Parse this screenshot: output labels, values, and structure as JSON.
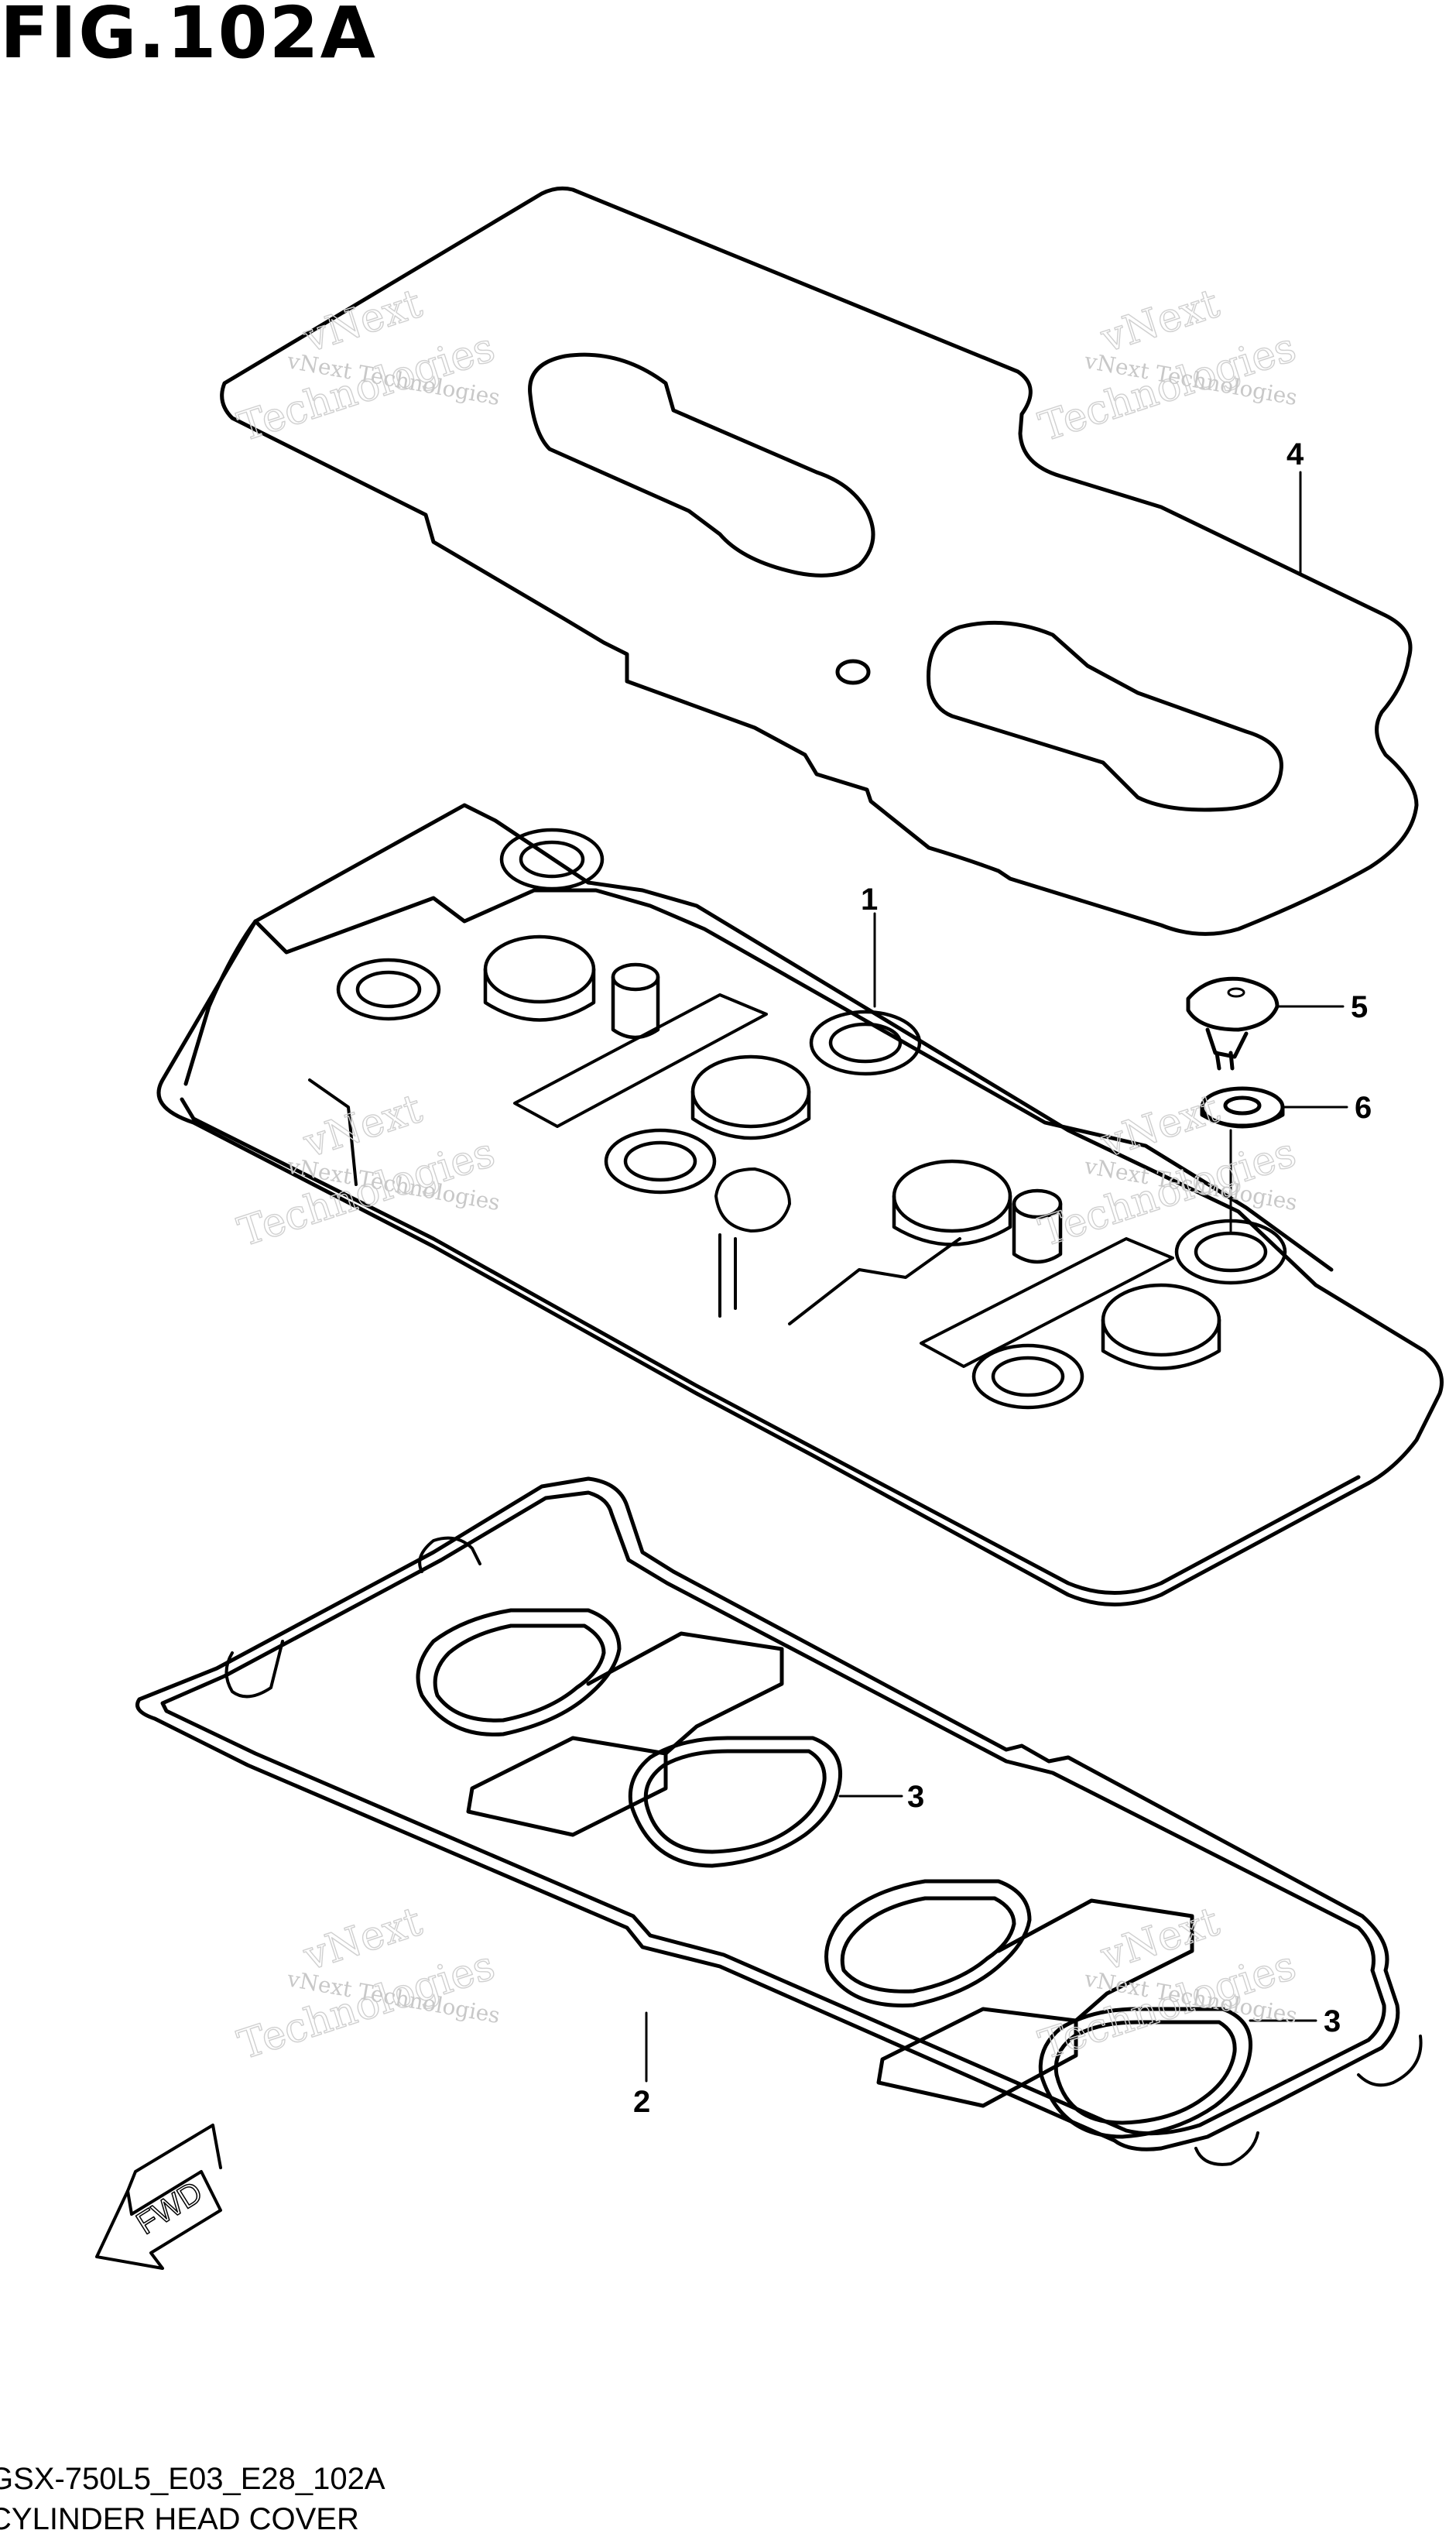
{
  "figure": {
    "title": "FIG.102A",
    "model_code": "GSX-750L5_E03_E28_102A",
    "caption": "CYLINDER HEAD COVER"
  },
  "watermark": {
    "line1": "vNext Technologies",
    "line2": "vNext",
    "line3": "Technologies"
  },
  "parts": {
    "p1": "1",
    "p2": "2",
    "p3a": "3",
    "p3b": "3",
    "p4": "4",
    "p5": "5",
    "p6": "6"
  },
  "fwd_label": "FWD",
  "colors": {
    "line": "#000000",
    "watermark": "#c8c8c8"
  }
}
